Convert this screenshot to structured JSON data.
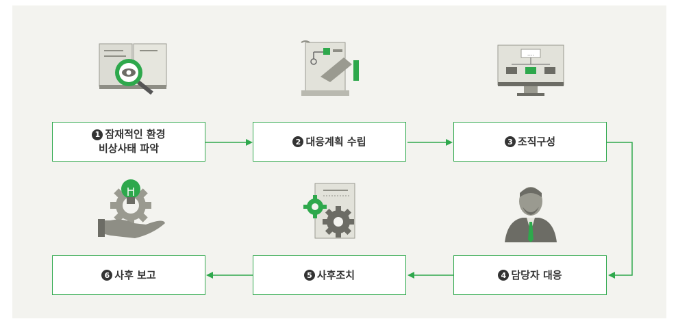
{
  "steps": [
    {
      "num": "1",
      "line1": "잠재적인 환경",
      "line2": "비상사태 파악"
    },
    {
      "num": "2",
      "line1": "대응계획 수립",
      "line2": ""
    },
    {
      "num": "3",
      "line1": "조직구성",
      "line2": ""
    },
    {
      "num": "4",
      "line1": "담당자 대응",
      "line2": ""
    },
    {
      "num": "5",
      "line1": "사후조치",
      "line2": ""
    },
    {
      "num": "6",
      "line1": "사후 보고",
      "line2": ""
    }
  ],
  "colors": {
    "accent": "#2ea84c",
    "panel": "#f3f3ef",
    "icon_gray": "#8e8e85",
    "text": "#333333"
  },
  "icons": [
    "book-magnifier-icon",
    "planning-document-icon",
    "org-chart-monitor-icon",
    "manager-person-icon",
    "gears-document-icon",
    "lightbulb-gear-hand-icon"
  ]
}
